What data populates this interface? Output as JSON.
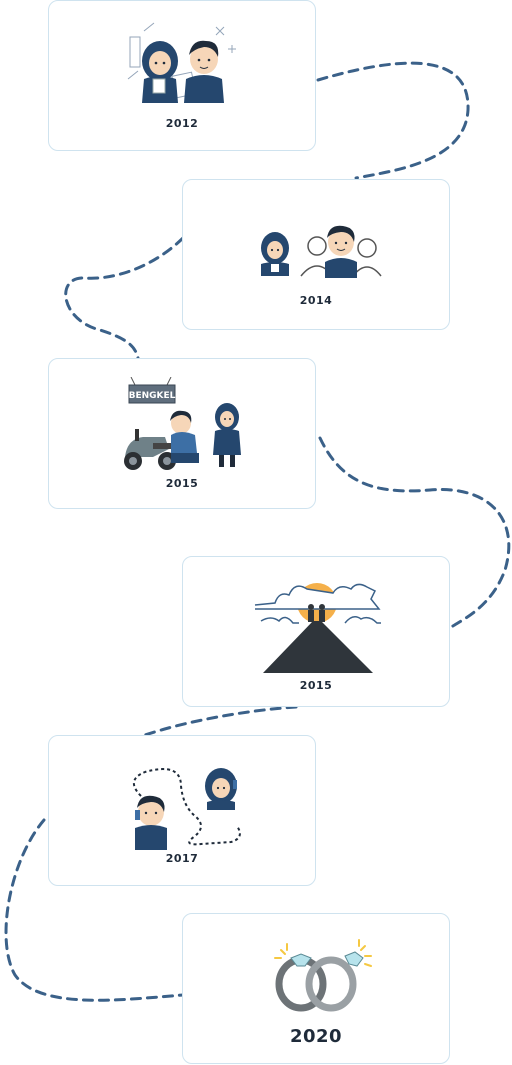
{
  "timeline": {
    "items": [
      {
        "year": "2012",
        "scene": "classmates-studying"
      },
      {
        "year": "2014",
        "scene": "meeting-friends"
      },
      {
        "year": "2015",
        "scene": "workshop-scooter",
        "sign_label": "BENGKEL"
      },
      {
        "year": "2015",
        "scene": "mountain-sunrise"
      },
      {
        "year": "2017",
        "scene": "phone-call"
      },
      {
        "year": "2020",
        "scene": "wedding-rings"
      }
    ]
  },
  "colors": {
    "card_border": "#cfe3ef",
    "path": "#3b6189",
    "navy": "#25476e",
    "skin": "#f6d6b8"
  }
}
